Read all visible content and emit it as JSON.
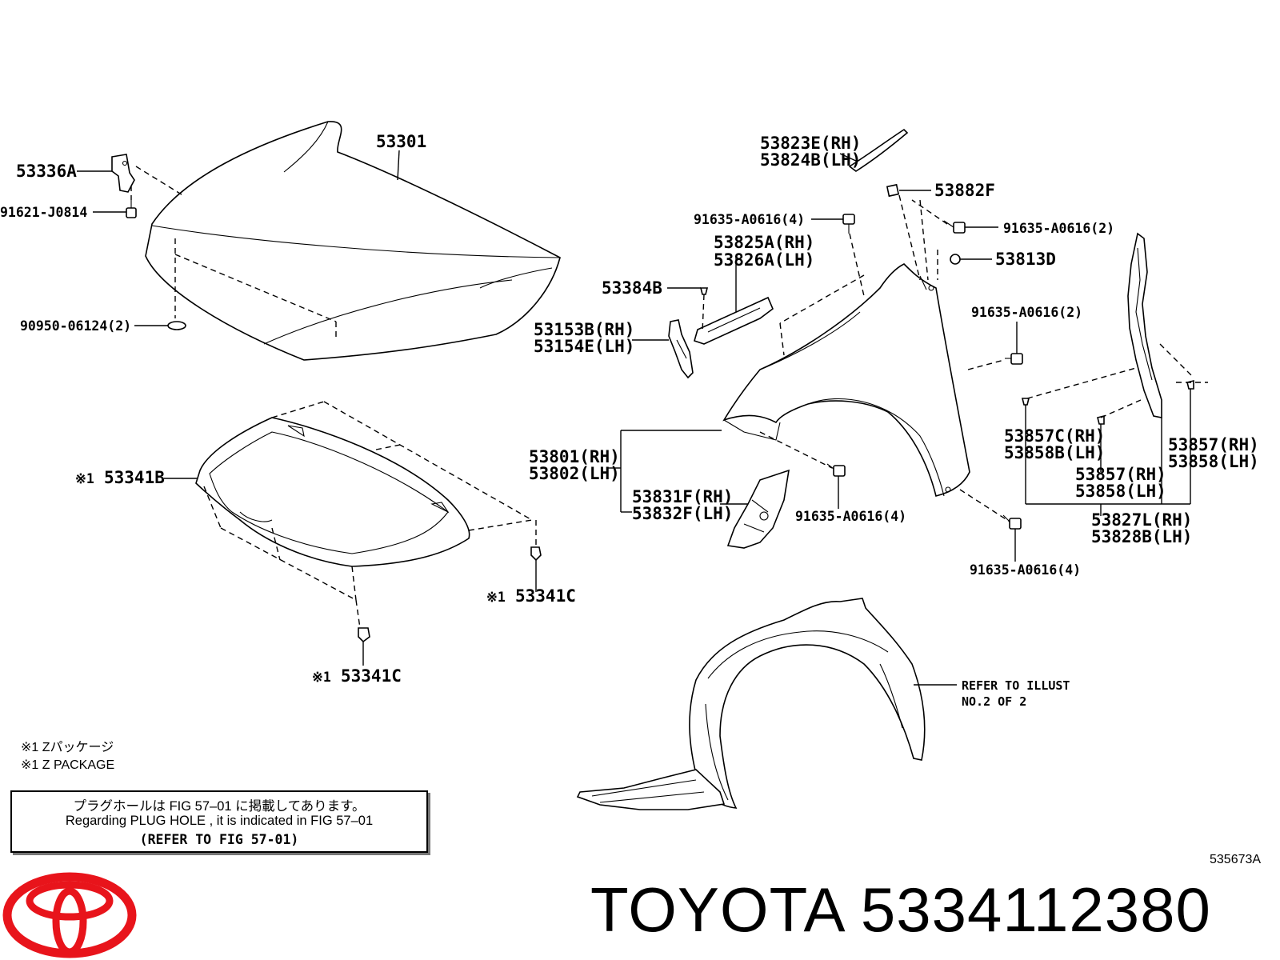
{
  "labels": {
    "p53336a": "53336A",
    "p91621": "91621-J0814",
    "p90950": "90950-06124(2)",
    "p53301": "53301",
    "p53341b": "53341B",
    "p53341c_right": "53341C",
    "p53341c_bottom": "53341C",
    "mark_53341b": "※1",
    "mark_53341c_right": "※1",
    "mark_53341c_bottom": "※1",
    "p53823e": "53823E(RH)",
    "p53824b": "53824B(LH)",
    "p53882f": "53882F",
    "p91635_a": "91635-A0616(4)",
    "p91635_b": "91635-A0616(2)",
    "p53813d": "53813D",
    "p53825a": "53825A(RH)",
    "p53826a": "53826A(LH)",
    "p53384b": "53384B",
    "p53153b": "53153B(RH)",
    "p53154e": "53154E(LH)",
    "p91635_c": "91635-A0616(2)",
    "p53801": "53801(RH)",
    "p53802": "53802(LH)",
    "p53831f": "53831F(RH)",
    "p53832f": "53832F(LH)",
    "p91635_d": "91635-A0616(4)",
    "p53857c": "53857C(RH)",
    "p53858b": "53858B(LH)",
    "p53857_right": "53857(RH)",
    "p53858_right": "53858(LH)",
    "p53857_mid": "53857(RH)",
    "p53858_mid": "53858(LH)",
    "p53827l": "53827L(RH)",
    "p53828b": "53828B(LH)",
    "p91635_e": "91635-A0616(4)",
    "refer_line1": "REFER TO ILLUST",
    "refer_line2": "NO.2 OF 2"
  },
  "notes": {
    "package_jp": "※1 Zパッケージ",
    "package_en": "※1 Z PACKAGE"
  },
  "notice": {
    "line_jp": "プラグホールは FIG 57–01 に掲載してあります。",
    "line_en": "Regarding PLUG HOLE , it is indicated in FIG 57–01",
    "line_ref": "(REFER TO FIG 57-01)"
  },
  "figure_code": "535673A",
  "brand": {
    "name": "TOYOTA 5334112380",
    "logo_color": "#e8141b"
  }
}
